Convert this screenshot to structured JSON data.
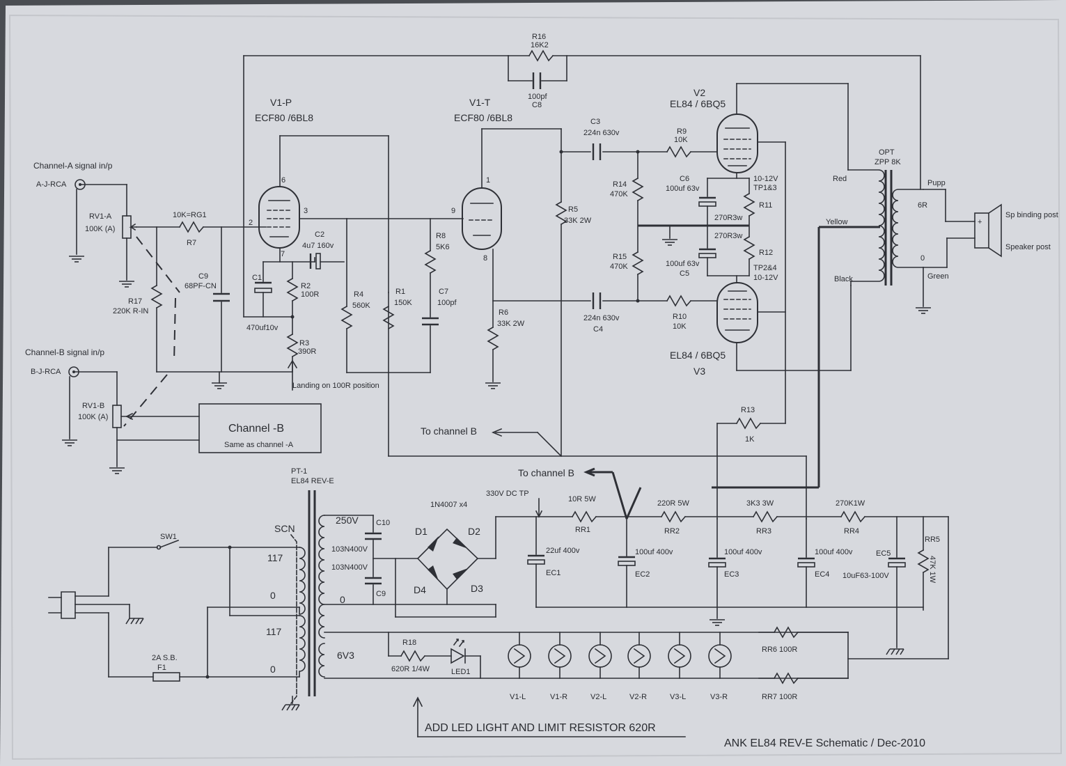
{
  "title": "ANK EL84 REV-E Schematic / Dec-2010",
  "note": "ADD LED LIGHT AND LIMIT RESISTOR 620R",
  "landing_note": "Landing on 100R position",
  "inputs": {
    "a_title": "Channel-A signal in/p",
    "a_jack": "A-J-RCA",
    "b_title": "Channel-B signal in/p",
    "b_jack": "B-J-RCA"
  },
  "channel_b": {
    "title": "Channel -B",
    "sub": "Same as channel -A"
  },
  "to_channel_b": "To channel B",
  "tubes": {
    "v1p_name": "V1-P",
    "v1p_type": "ECF80 /6BL8",
    "v1t_name": "V1-T",
    "v1t_type": "ECF80 /6BL8",
    "v2_name": "V2",
    "v2_type": "EL84 / 6BQ5",
    "v3_name": "V3",
    "v3_type": "EL84 / 6BQ5",
    "pins": {
      "p6": "6",
      "p3": "3",
      "p2": "2",
      "p7": "7",
      "p9": "9",
      "p1": "1",
      "p8": "8"
    }
  },
  "parts": {
    "rv1a": "RV1-A",
    "rv1a_v": "100K (A)",
    "rv1b": "RV1-B",
    "rv1b_v": "100K (A)",
    "r7_v": "10K=RG1",
    "r7": "R7",
    "r17": "R17",
    "r17_v": "220K R-IN",
    "c9": "C9",
    "c9_v": "68PF-CN",
    "c1": "C1",
    "c1_v": "470uf10v",
    "r2": "R2",
    "r2_v": "100R",
    "r3": "R3",
    "r3_v": "390R",
    "c2": "C2",
    "c2_v": "4u7 160v",
    "r4": "R4",
    "r4_v": "560K",
    "r1": "R1",
    "r1_v": "150K",
    "r8": "R8",
    "r8_v": "5K6",
    "c7": "C7",
    "c7_v": "100pf",
    "r6": "R6",
    "r6_v": "33K 2W",
    "r5": "R5",
    "r5_v": "33K 2W",
    "r16": "R16",
    "r16_v": "16K2",
    "c8_v": "100pf",
    "c8": "C8",
    "c3": "C3",
    "c3_v": "224n 630v",
    "c4_v": "224n 630v",
    "c4": "C4",
    "r9": "R9",
    "r9_v": "10K",
    "r10": "R10",
    "r10_v": "10K",
    "r14": "R14",
    "r14_v": "470K",
    "r15": "R15",
    "r15_v": "470K",
    "c6": "C6",
    "c6_v": "100uf 63v",
    "c5_v": "100uf 63v",
    "c5": "C5",
    "vk1": "10-12V",
    "tp13": "TP1&3",
    "r11": "R11",
    "r11_v": "270R3w",
    "r12_top": "270R3w",
    "r12": "R12",
    "tp24": "TP2&4",
    "vk2": "10-12V",
    "r13": "R13",
    "r13_v": "1K"
  },
  "opt": {
    "name": "OPT",
    "type": "ZPP 8K",
    "red": "Red",
    "yellow": "Yellow",
    "black": "Black",
    "pupp": "Pupp",
    "six_r": "6R",
    "zero": "0",
    "green": "Green",
    "sp_post": "Sp binding post",
    "speaker_post": "Speaker post"
  },
  "psu": {
    "pt": "PT-1",
    "pt_type": "EL84 REV-E",
    "scn": "SCN",
    "v117a": "117",
    "v0a": "0",
    "v117b": "117",
    "v0b": "0",
    "sw1": "SW1",
    "fuse": "2A S.B.",
    "f1": "F1",
    "v250": "250V",
    "c10": "C10",
    "c10_v": "103N400V",
    "c9_v": "103N400V",
    "c9": "C9",
    "v0": "0",
    "bridge": "1N4007 x4",
    "d1": "D1",
    "d2": "D2",
    "d3": "D3",
    "d4": "D4",
    "dc_tp": "330V DC TP",
    "rr1_v": "10R 5W",
    "rr1": "RR1",
    "rr2_v": "220R 5W",
    "rr2": "RR2",
    "rr3_v": "3K3 3W",
    "rr3": "RR3",
    "rr4_v": "270K1W",
    "rr4": "RR4",
    "rr5": "RR5",
    "rr5_v": "47K 1W",
    "ec1_v": "22uf 400v",
    "ec1": "EC1",
    "ec2_v": "100uf 400v",
    "ec2": "EC2",
    "ec3_v": "100uf 400v",
    "ec3": "EC3",
    "ec4_v": "100uf 400v",
    "ec4": "EC4",
    "ec5": "EC5",
    "ec5_v": "10uF63-100V",
    "v6v3": "6V3",
    "r18": "R18",
    "r18_v": "620R 1/4W",
    "led": "LED1",
    "rr6": "RR6  100R",
    "rr7": "RR7  100R",
    "heaters": [
      "V1-L",
      "V1-R",
      "V2-L",
      "V2-R",
      "V3-L",
      "V3-R"
    ]
  }
}
